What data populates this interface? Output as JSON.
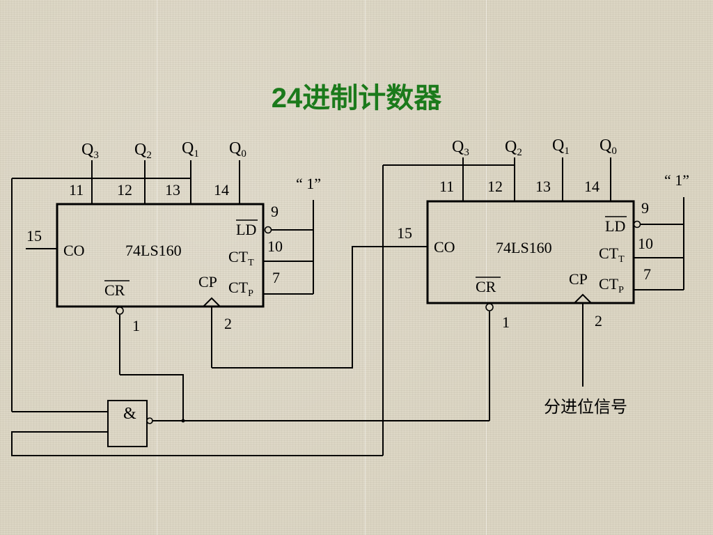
{
  "title": "24进制计数器",
  "counter_left": {
    "chip": "74LS160",
    "outputs": [
      "Q",
      "Q",
      "Q",
      "Q"
    ],
    "output_subscripts": [
      "3",
      "2",
      "1",
      "0"
    ],
    "pins_top": [
      "11",
      "12",
      "13",
      "14"
    ],
    "pin_co": "15",
    "label_co": "CO",
    "label_ld": "LD",
    "pin_ld": "9",
    "label_ctt": "CT",
    "sub_ctt": "T",
    "pin_ctt": "10",
    "label_ctp": "CT",
    "sub_ctp": "P",
    "pin_ctp": "7",
    "label_cp": "CP",
    "pin_cp": "2",
    "label_cr": "CR",
    "pin_cr": "1",
    "logic_one": "“ 1”"
  },
  "counter_right": {
    "chip": "74LS160",
    "outputs": [
      "Q",
      "Q",
      "Q",
      "Q"
    ],
    "output_subscripts": [
      "3",
      "2",
      "1",
      "0"
    ],
    "pins_top": [
      "11",
      "12",
      "13",
      "14"
    ],
    "pin_co": "15",
    "label_co": "CO",
    "label_ld": "LD",
    "pin_ld": "9",
    "label_ctt": "CT",
    "sub_ctt": "T",
    "pin_ctt": "10",
    "label_ctp": "CT",
    "sub_ctp": "P",
    "pin_ctp": "7",
    "label_cp": "CP",
    "pin_cp": "2",
    "label_cr": "CR",
    "pin_cr": "1",
    "logic_one": "“ 1”"
  },
  "nand_gate": {
    "symbol": "&"
  },
  "clock_input_label": "分进位信号"
}
